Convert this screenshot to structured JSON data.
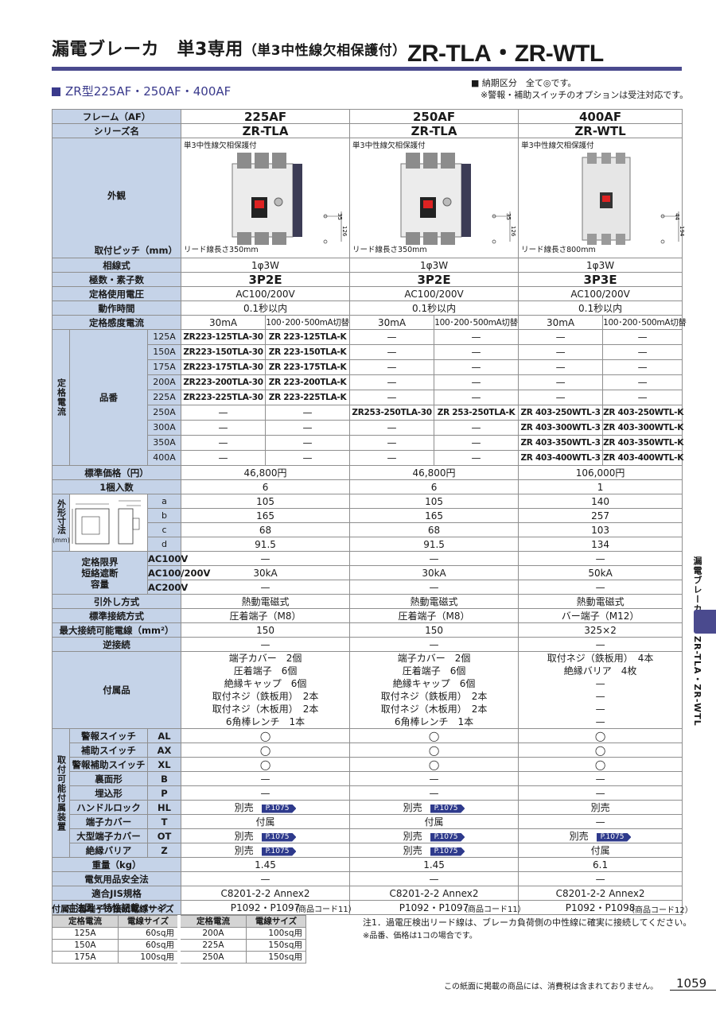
{
  "header": {
    "title_main": "漏電ブレーカ　単3専用",
    "title_sub": "（単3中性線欠相保護付）",
    "model": "ZR-TLA・ZR-WTL",
    "section_title": "ZR型225AF・250AF・400AF",
    "note1": "■ 納期区分　全て◎です。",
    "note2": "※警報・補助スイッチのオプションは受注対応です。"
  },
  "labels": {
    "frame": "フレーム（AF）",
    "series": "シリーズ名",
    "appearance": "外観",
    "pitch": "取付ピッチ（mm）",
    "phase": "相線式",
    "poles": "極数・素子数",
    "voltage": "定格使用電圧",
    "op_time": "動作時間",
    "sens": "定格感度電流",
    "rated_current_v": "定格電流",
    "product_no": "品番",
    "price": "標準価格（円）",
    "per_pack": "1梱入数",
    "dims_v": "外形寸法",
    "dims_unit": "(mm)",
    "breaking_1": "定格限界",
    "breaking_2": "短絡遮断",
    "breaking_3": "容量",
    "trip": "引外し方式",
    "terminal": "標準接続方式",
    "max_wire": "最大接続可能電線（mm²）",
    "reverse": "逆接続",
    "accessories": "付属品",
    "options_v": "取付可能付属装置",
    "weight": "重量（kg）",
    "pse": "電気用品安全法",
    "jis": "適合JIS規格",
    "dim_page": "寸法図・特性記載ページ",
    "photo_note": "単3中性線欠相保護付"
  },
  "columns": [
    {
      "frame": "225AF",
      "series": "ZR-TLA",
      "lead": "リード線長さ350mm",
      "pitch_a": "35",
      "pitch_b": "126",
      "phase": "1φ3W",
      "poles": "3P2E",
      "voltage": "AC100/200V",
      "op_time": "0.1秒以内",
      "sens_a": "30mA",
      "sens_b": "100･200･500mA切替",
      "price": "46,800円",
      "pack": "6",
      "dim_a": "105",
      "dim_b": "165",
      "dim_c": "68",
      "dim_d": "91.5",
      "br_ac100": "—",
      "br_ac100200": "30kA",
      "br_ac200": "—",
      "trip": "熱動電磁式",
      "terminal": "圧着端子（M8）",
      "max_wire": "150",
      "reverse": "—",
      "weight": "1.45",
      "pse": "—",
      "jis": "C8201-2-2 Annex2",
      "pages": "P1092・P1097",
      "code": "（商品コード11）"
    },
    {
      "frame": "250AF",
      "series": "ZR-TLA",
      "lead": "リード線長さ350mm",
      "pitch_a": "35",
      "pitch_b": "126",
      "phase": "1φ3W",
      "poles": "3P2E",
      "voltage": "AC100/200V",
      "op_time": "0.1秒以内",
      "sens_a": "30mA",
      "sens_b": "100･200･500mA切替",
      "price": "46,800円",
      "pack": "6",
      "dim_a": "105",
      "dim_b": "165",
      "dim_c": "68",
      "dim_d": "91.5",
      "br_ac100": "—",
      "br_ac100200": "30kA",
      "br_ac200": "—",
      "trip": "熱動電磁式",
      "terminal": "圧着端子（M8）",
      "max_wire": "150",
      "reverse": "—",
      "weight": "1.45",
      "pse": "—",
      "jis": "C8201-2-2 Annex2",
      "pages": "P1092・P1097",
      "code": "（商品コード11）"
    },
    {
      "frame": "400AF",
      "series": "ZR-WTL",
      "lead": "リード線長さ800mm",
      "pitch_a": "44",
      "pitch_b": "194",
      "phase": "1φ3W",
      "poles": "3P3E",
      "voltage": "AC100/200V",
      "op_time": "0.1秒以内",
      "sens_a": "30mA",
      "sens_b": "100･200･500mA切替",
      "price": "106,000円",
      "pack": "1",
      "dim_a": "140",
      "dim_b": "257",
      "dim_c": "103",
      "dim_d": "134",
      "br_ac100": "—",
      "br_ac100200": "50kA",
      "br_ac200": "—",
      "trip": "熱動電磁式",
      "terminal": "バー端子（M12）",
      "max_wire": "325×2",
      "reverse": "—",
      "weight": "6.1",
      "pse": "—",
      "jis": "C8201-2-2 Annex2",
      "pages": "P1092・P1098",
      "code": "（商品コード12）"
    }
  ],
  "ratings": [
    {
      "a": "125A",
      "p": [
        "ZR223-125TLA-30",
        "ZR 223-125TLA-K",
        "—",
        "—",
        "—",
        "—"
      ]
    },
    {
      "a": "150A",
      "p": [
        "ZR223-150TLA-30",
        "ZR 223-150TLA-K",
        "—",
        "—",
        "—",
        "—"
      ]
    },
    {
      "a": "175A",
      "p": [
        "ZR223-175TLA-30",
        "ZR 223-175TLA-K",
        "—",
        "—",
        "—",
        "—"
      ]
    },
    {
      "a": "200A",
      "p": [
        "ZR223-200TLA-30",
        "ZR 223-200TLA-K",
        "—",
        "—",
        "—",
        "—"
      ]
    },
    {
      "a": "225A",
      "p": [
        "ZR223-225TLA-30",
        "ZR 223-225TLA-K",
        "—",
        "—",
        "—",
        "—"
      ]
    },
    {
      "a": "250A",
      "p": [
        "—",
        "—",
        "ZR253-250TLA-30",
        "ZR 253-250TLA-K",
        "ZR 403-250WTL-3",
        "ZR 403-250WTL-K"
      ]
    },
    {
      "a": "300A",
      "p": [
        "—",
        "—",
        "—",
        "—",
        "ZR 403-300WTL-3",
        "ZR 403-300WTL-K"
      ]
    },
    {
      "a": "350A",
      "p": [
        "—",
        "—",
        "—",
        "—",
        "ZR 403-350WTL-3",
        "ZR 403-350WTL-K"
      ]
    },
    {
      "a": "400A",
      "p": [
        "—",
        "—",
        "—",
        "—",
        "ZR 403-400WTL-3",
        "ZR 403-400WTL-K"
      ]
    }
  ],
  "dims_letters": [
    "a",
    "b",
    "c",
    "d"
  ],
  "breaking_voltages": [
    "AC100V",
    "AC100/200V",
    "AC200V"
  ],
  "accessories": [
    [
      "端子カバー　2個",
      "端子カバー　2個",
      "取付ネジ（鉄板用）　4本"
    ],
    [
      "圧着端子　6個",
      "圧着端子　6個",
      "絶縁バリア　4枚"
    ],
    [
      "絶縁キャップ　6個",
      "絶縁キャップ　6個",
      "—"
    ],
    [
      "取付ネジ（鉄板用）　2本",
      "取付ネジ（鉄板用）　2本",
      "—"
    ],
    [
      "取付ネジ（木板用）　2本",
      "取付ネジ（木板用）　2本",
      "—"
    ],
    [
      "6角棒レンチ　1本",
      "6角棒レンチ　1本",
      "—"
    ]
  ],
  "options": [
    {
      "name": "警報スイッチ",
      "code": "AL",
      "v": [
        "◯",
        "◯",
        "◯"
      ]
    },
    {
      "name": "補助スイッチ",
      "code": "AX",
      "v": [
        "◯",
        "◯",
        "◯"
      ]
    },
    {
      "name": "警報補助スイッチ",
      "code": "XL",
      "v": [
        "◯",
        "◯",
        "◯"
      ]
    },
    {
      "name": "裏面形",
      "code": "B",
      "v": [
        "—",
        "—",
        "—"
      ]
    },
    {
      "name": "埋込形",
      "code": "P",
      "v": [
        "—",
        "—",
        "—"
      ]
    },
    {
      "name": "ハンドルロック",
      "code": "HL",
      "v": [
        "別売",
        "別売",
        "別売"
      ],
      "ref": [
        "P.1075",
        "P.1075",
        ""
      ]
    },
    {
      "name": "端子カバー",
      "code": "T",
      "v": [
        "付属",
        "付属",
        "—"
      ]
    },
    {
      "name": "大型端子カバー",
      "code": "OT",
      "v": [
        "別売",
        "別売",
        "別売"
      ],
      "ref": [
        "P.1075",
        "P.1075",
        "P.1075"
      ]
    },
    {
      "name": "絶縁バリア",
      "code": "Z",
      "v": [
        "別売",
        "別売",
        "付属"
      ],
      "ref": [
        "P.1075",
        "P.1075",
        ""
      ]
    }
  ],
  "terminal_table": {
    "title": "付属圧着端子の接続電線サイズ",
    "h1": "定格電流",
    "h2": "電線サイズ",
    "left": [
      [
        "125A",
        "60sq用"
      ],
      [
        "150A",
        "60sq用"
      ],
      [
        "175A",
        "100sq用"
      ]
    ],
    "right": [
      [
        "200A",
        "100sq用"
      ],
      [
        "225A",
        "150sq用"
      ],
      [
        "250A",
        "150sq用"
      ]
    ]
  },
  "footnotes": {
    "note1": "注1．過電圧検出リード線は、ブレーカ負荷側の中性線に確実に接続してください。",
    "note2": "※品番、価格は1コの場合です。"
  },
  "side": {
    "label1": "漏電ブレーカ",
    "label2": "ZR-TLA・ZR-WTL"
  },
  "footer": {
    "tax_note": "この紙面に掲載の商品には、消費税は含まれておりません。",
    "page": "1059"
  },
  "colors": {
    "accent": "#4a4a8e",
    "header_cell": "#c5d3e8",
    "ref_badge": "#2e3a8c"
  }
}
